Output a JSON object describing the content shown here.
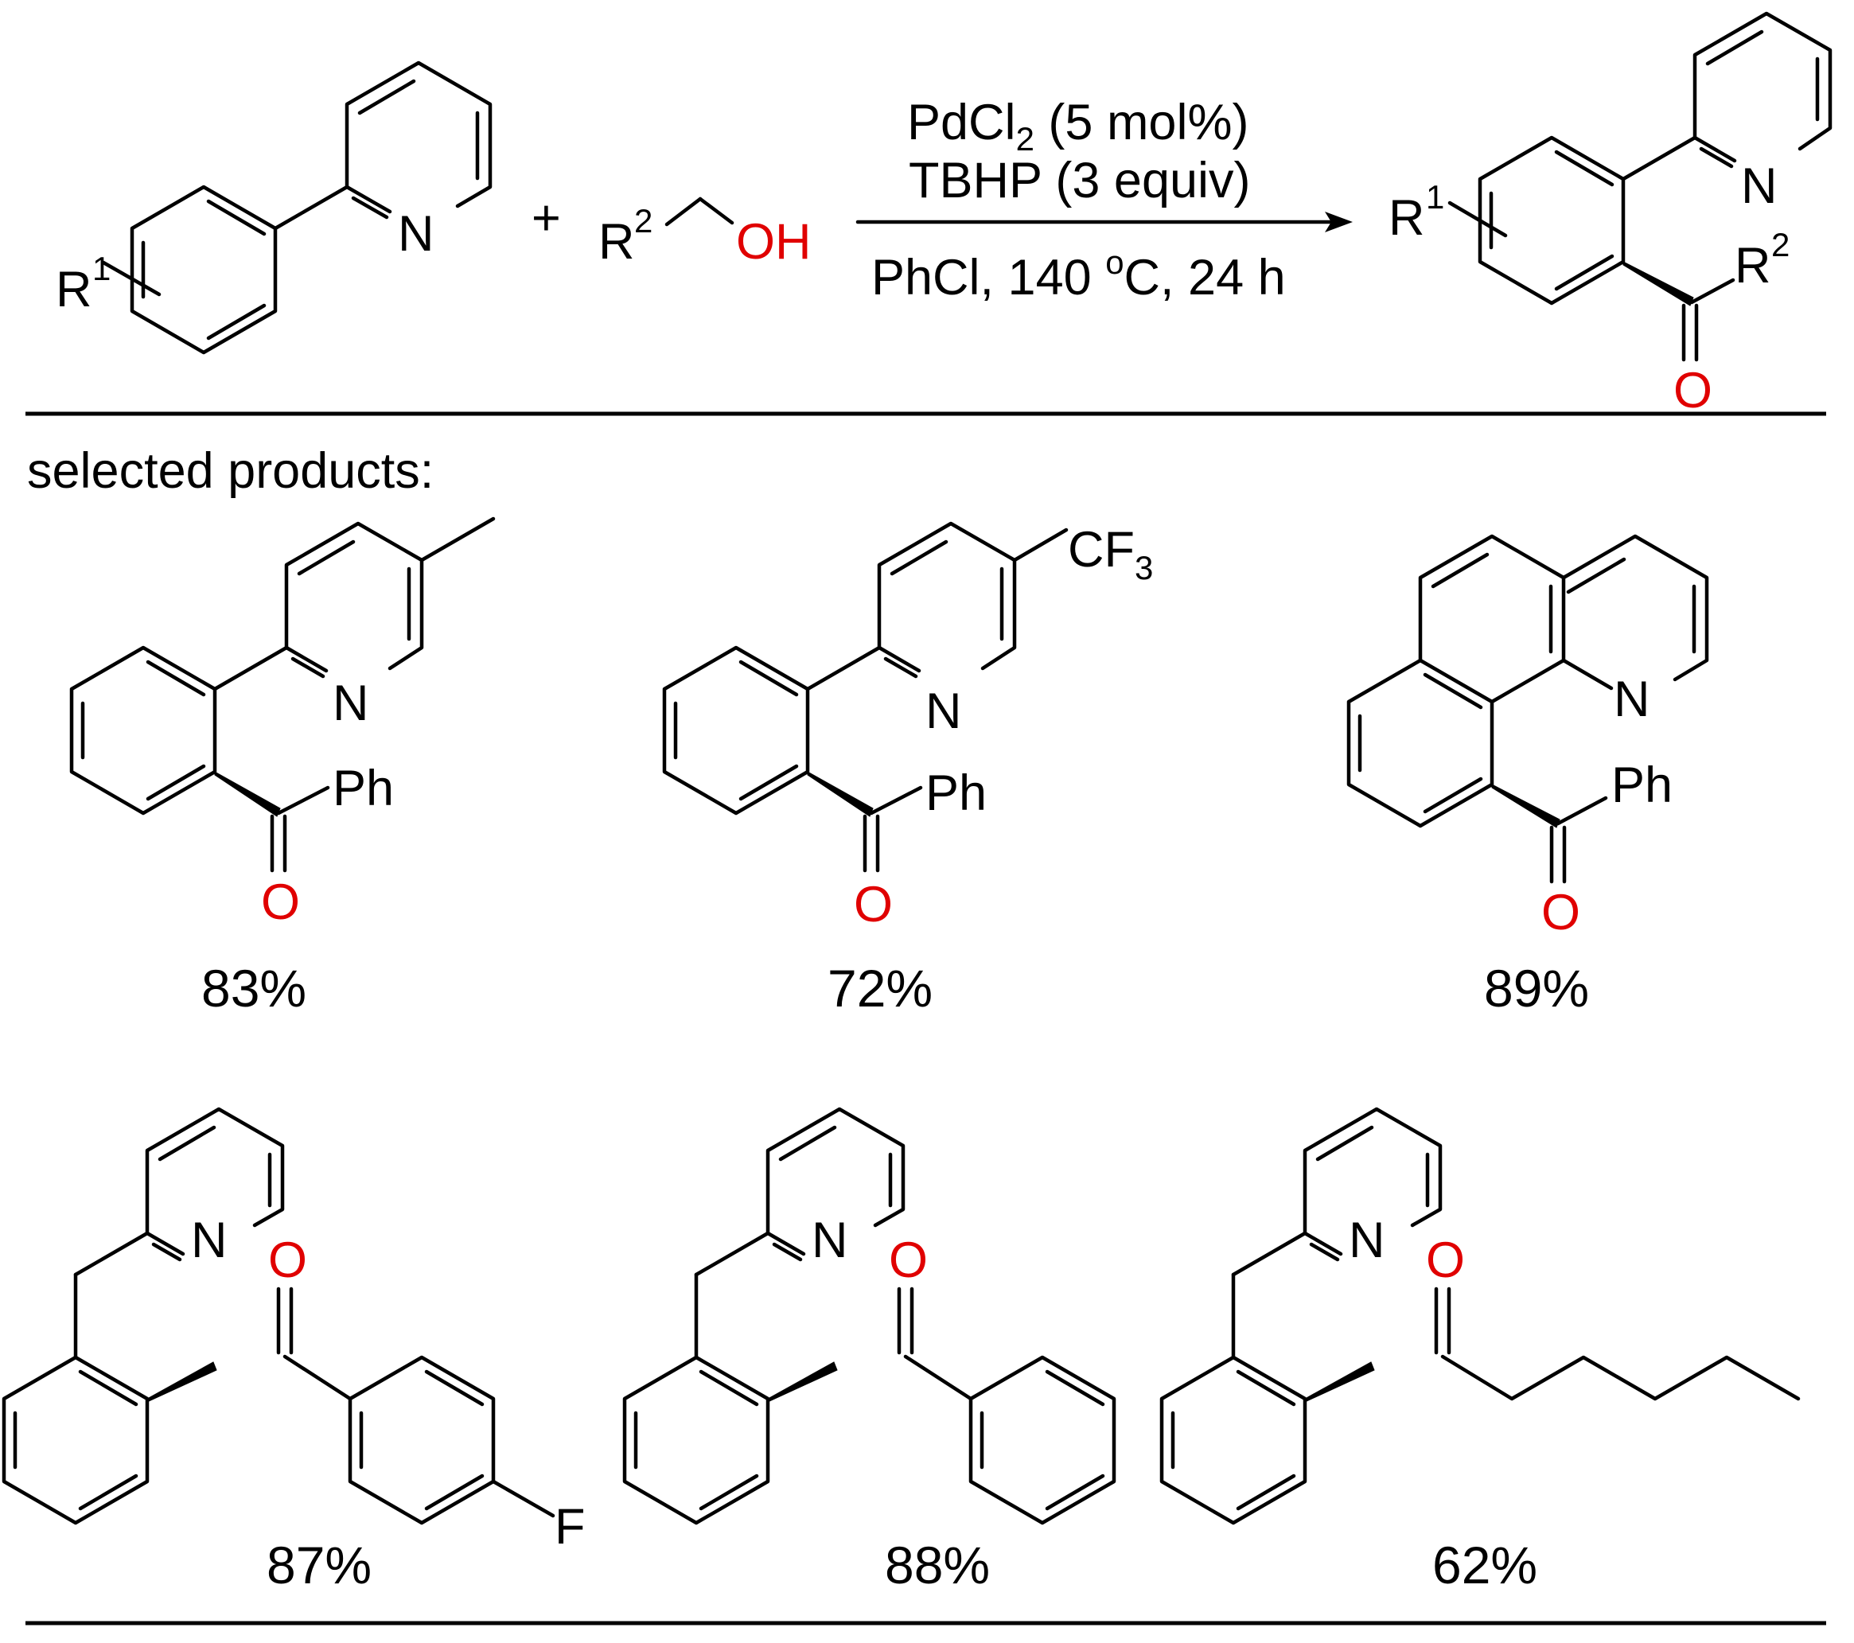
{
  "reaction": {
    "plus": "+",
    "reactant1": {
      "r_label": "R",
      "r_sup": "1",
      "n": "N"
    },
    "reactant2": {
      "r_label": "R",
      "r_sup": "2",
      "oh": "OH"
    },
    "conditions": {
      "line1_main": "PdCl",
      "line1_sub": "2",
      "line1_rest": " (5 mol%)",
      "line2": "TBHP (3 equiv)",
      "line3_a": "PhCl, 140 ",
      "line3_sup": "o",
      "line3_b": "C, 24 h"
    },
    "product": {
      "r1": "R",
      "r1_sup": "1",
      "r2": "R",
      "r2_sup": "2",
      "n": "N",
      "o": "O"
    }
  },
  "section_title": "selected products:",
  "products": [
    {
      "yield": "83%",
      "sub": "",
      "ph": "Ph",
      "n": "N",
      "o": "O"
    },
    {
      "yield": "72%",
      "sub": "CF",
      "sub_index": "3",
      "ph": "Ph",
      "n": "N",
      "o": "O"
    },
    {
      "yield": "89%",
      "ph": "Ph",
      "n": "N",
      "o": "O"
    },
    {
      "yield": "87%",
      "n": "N",
      "o": "O",
      "sub": "F"
    },
    {
      "yield": "88%",
      "n": "N",
      "o": "O"
    },
    {
      "yield": "62%",
      "n": "N",
      "o": "O"
    }
  ],
  "colors": {
    "heteroatom_o": "#e00000",
    "ink": "#000000"
  }
}
